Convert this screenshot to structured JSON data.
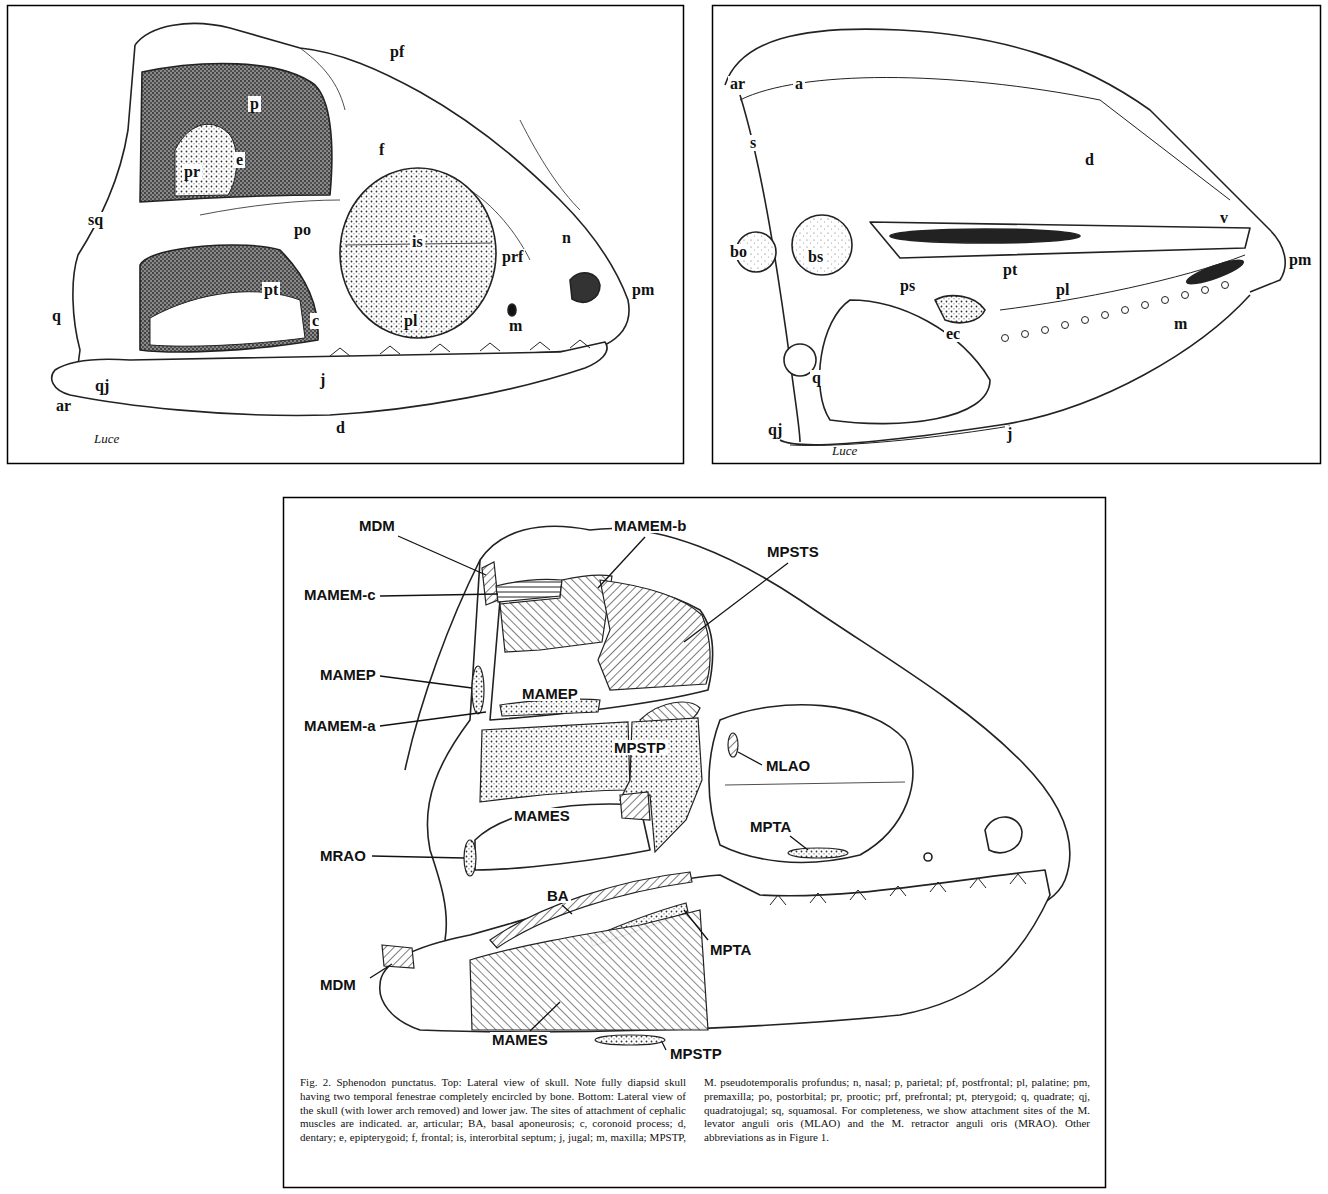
{
  "diagram": {
    "caption": "Fig. 2. Sphenodon punctatus. Top: Lateral view of skull. Note fully diapsid skull having two temporal fenestrae completely encircled by bone. Bottom: Lateral view of the skull (with lower arch removed) and lower jaw. The sites of attachment of cephalic muscles are indicated. ar, articular; BA, basal aponeurosis; c, coronoid process; d, dentary; e, epipterygoid; f, frontal; is, interorbital septum; j, jugal; m, maxilla; MPSTP, M. pseudotemporalis profundus; n, nasal; p, parietal; pf, postfrontal; pl, palatine; pm, premaxilla; po, postorbital; pr, prootic; prf, prefrontal; pt, pterygoid; q, quadrate; qj, quadratojugal; sq, squamosal. For completeness, we show attachment sites of the M. levator anguli oris (MLAO) and the M. retractor anguli oris (MRAO). Other abbreviations as in Figure 1.",
    "labels": [
      "pf",
      "p",
      "f",
      "e",
      "pr",
      "sq",
      "po",
      "is",
      "n",
      "prf",
      "pm",
      "pt",
      "c",
      "pl",
      "m",
      "q",
      "j",
      "qj",
      "ar",
      "d",
      "Luce",
      "ar",
      "a",
      "s",
      "d",
      "bo",
      "bs",
      "pt",
      "v",
      "pm",
      "ps",
      "pl",
      "ec",
      "m",
      "q",
      "qj",
      "j",
      "Luce",
      "MDM",
      "MAMEM-b",
      "MPSTS",
      "MAMEM-c",
      "MAMEP",
      "MAMEM-a",
      "MAMEP",
      "MPSTP",
      "MLAO",
      "MAMES",
      "MPTA",
      "MRAO",
      "BA",
      "MPTA",
      "MDM",
      "MAMES",
      "MPSTP"
    ]
  }
}
